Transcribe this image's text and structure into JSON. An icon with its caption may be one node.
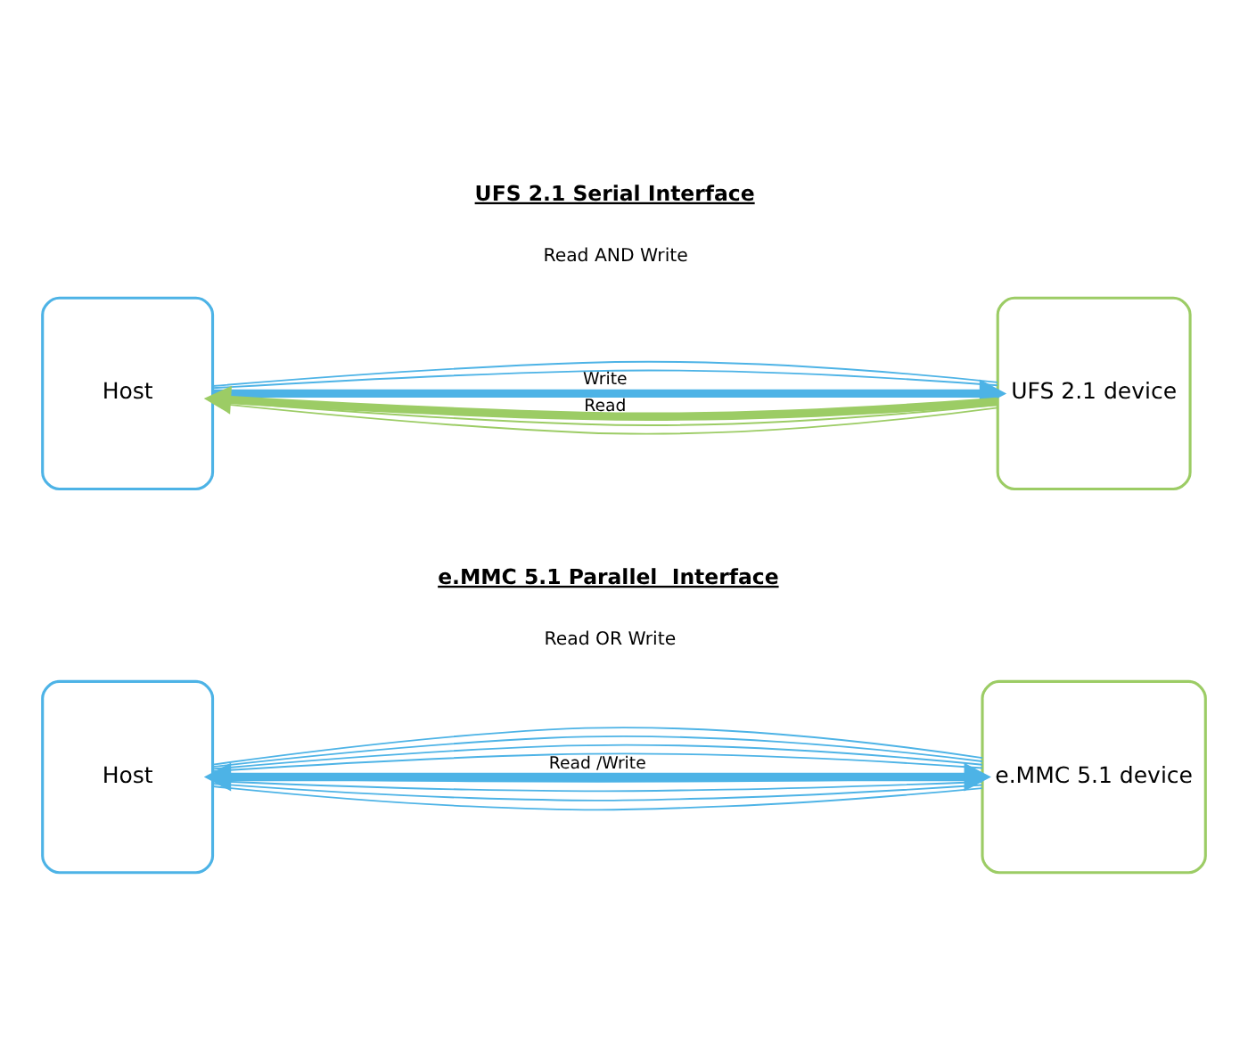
{
  "diagram": {
    "nodes": [
      {
        "text": [
          "Host"
        ]
      },
      {
        "text": [
          "UFS 2.1 device"
        ]
      },
      {
        "text": [
          "Host"
        ]
      },
      {
        "text": [
          "e.MMC 5.1 device"
        ]
      }
    ],
    "edges": [
      {
        "from": 1,
        "to": 0,
        "arrow": "to",
        "label": "Read",
        "style": "thick",
        "color": "#9ccc65"
      },
      {
        "from": 0,
        "to": 1,
        "arrow": "none"
      },
      {
        "from": 0,
        "to": 1,
        "arrow": "none",
        "color": "#9ccc65"
      },
      {
        "from": 0,
        "to": 1,
        "arrow": "none"
      },
      {
        "from": 0,
        "to": 1,
        "arrow": "none",
        "color": "#9ccc65"
      },
      {
        "from": 0,
        "to": 1,
        "arrow": "to",
        "label": "Write",
        "style": "thick"
      },
      {
        "from": 2,
        "to": 3,
        "arrow": "none"
      },
      {
        "from": 2,
        "to": 3,
        "arrow": "none"
      },
      {
        "from": 2,
        "to": 3,
        "arrow": "none"
      },
      {
        "from": 2,
        "to": 3,
        "arrow": "none"
      },
      {
        "from": 2,
        "to": 3,
        "arrow": "none"
      },
      {
        "from": 2,
        "to": 3,
        "arrow": "none"
      },
      {
        "from": 2,
        "to": 3,
        "arrow": "none"
      },
      {
        "from": 2,
        "to": 3,
        "arrow": "none"
      },
      {
        "from": 2,
        "to": 3,
        "arrow": "both",
        "label": "Read /Write",
        "style": "thick"
      }
    ],
    "labels": [
      "UFS 2.1 Serial Interface",
      "Read AND Write",
      "e.MMC 5.1 Parallel  Interface",
      "Read OR Write"
    ]
  }
}
